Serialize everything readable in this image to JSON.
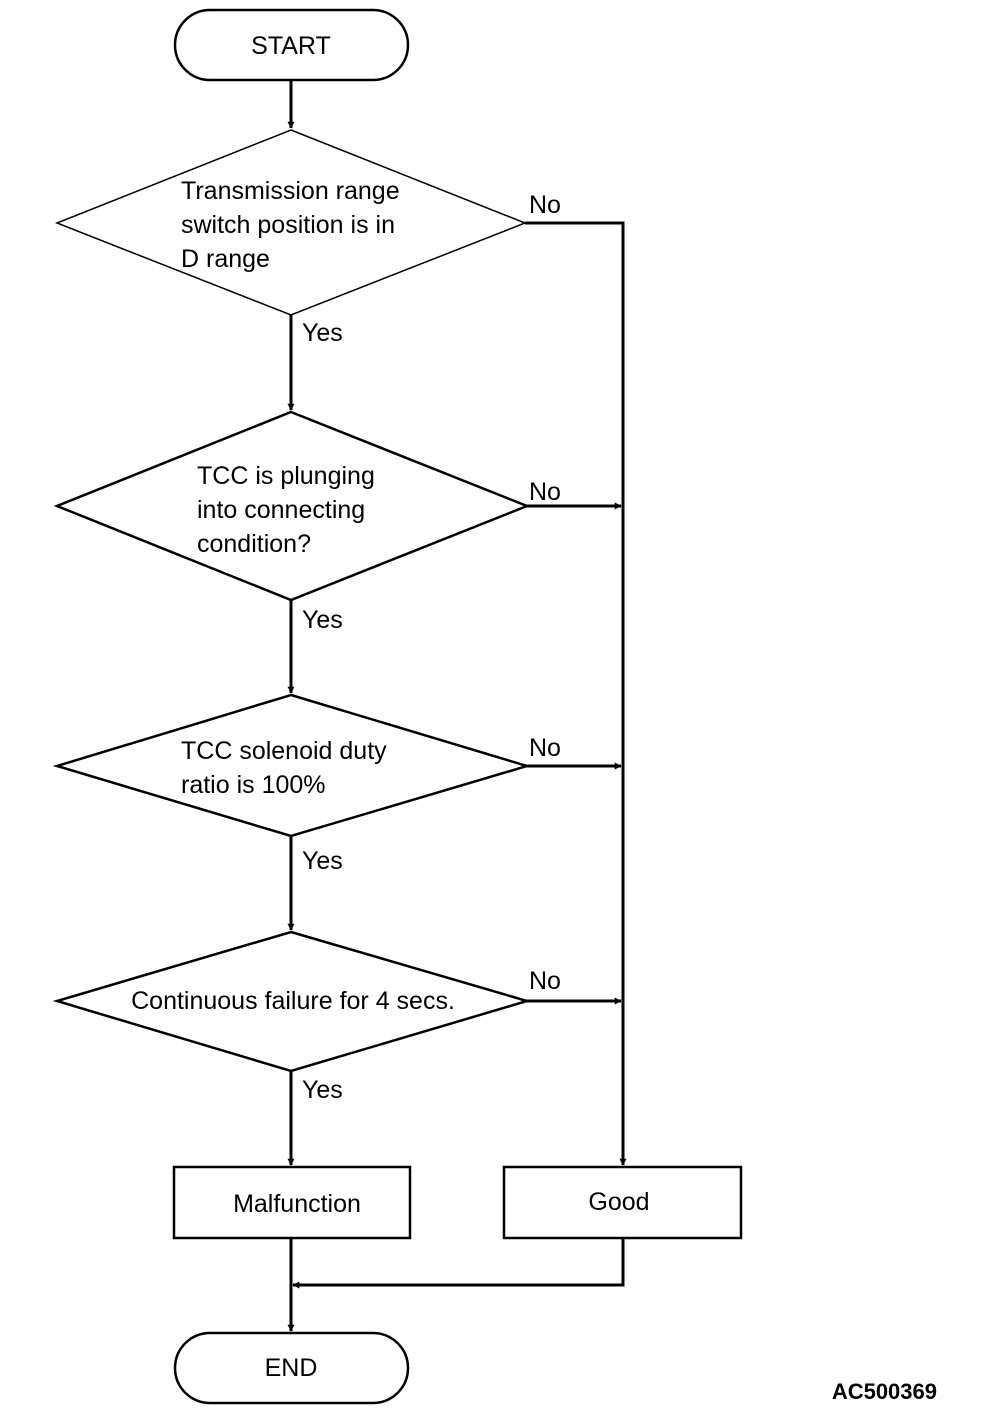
{
  "diagram": {
    "start": "START",
    "decisions": [
      {
        "lines": [
          "Transmission range",
          "switch position is in",
          "D range"
        ],
        "yes": "Yes",
        "no": "No"
      },
      {
        "lines": [
          "TCC is plunging",
          "into connecting",
          "condition?"
        ],
        "yes": "Yes",
        "no": "No"
      },
      {
        "lines": [
          "TCC solenoid duty",
          "ratio is 100%"
        ],
        "yes": "Yes",
        "no": "No"
      },
      {
        "lines": [
          "Continuous failure for 4 secs."
        ],
        "yes": "Yes",
        "no": "No"
      }
    ],
    "malfunction": "Malfunction",
    "good": "Good",
    "end": "END",
    "reference_code": "AC500369"
  }
}
